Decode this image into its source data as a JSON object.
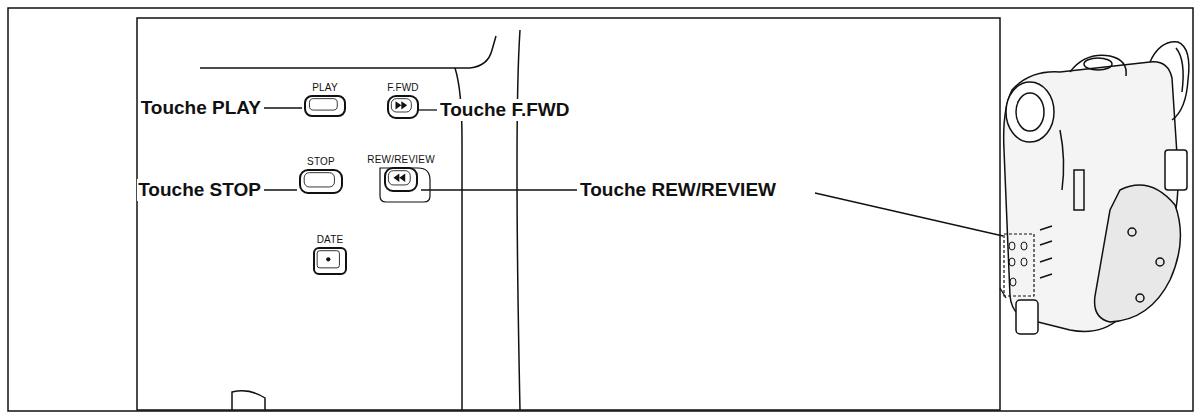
{
  "diagram": {
    "nodes": [
      {
        "text": [
          "PLAY"
        ]
      },
      {
        "text": [
          "F.FWD"
        ]
      },
      {
        "text": [
          "STOP"
        ]
      },
      {
        "text": [
          "REW/REVIEW"
        ]
      },
      {
        "text": [
          "DATE"
        ]
      }
    ],
    "labels": [
      "Touche PLAY",
      "Touche F.FWD",
      "Touche STOP",
      "Touche REW/REVIEW"
    ]
  }
}
